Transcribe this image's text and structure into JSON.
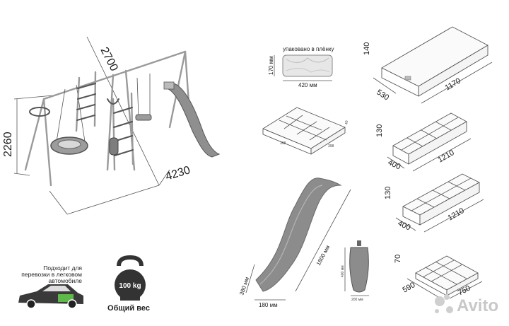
{
  "playset": {
    "width_dim": "4230",
    "depth_dim": "2700",
    "height_dim": "2260"
  },
  "packages": {
    "film_pack": {
      "label": "упаковано в плёнку",
      "height": "170 мм",
      "width": "420 мм"
    },
    "big_box": {
      "height": "140",
      "depth": "530",
      "length": "1170"
    },
    "flat_box": {
      "a": "398",
      "b": "398",
      "c": "40"
    },
    "box_two": {
      "height": "130",
      "depth": "400",
      "length": "1210"
    },
    "box_three": {
      "height": "130",
      "depth": "400",
      "length": "1210"
    },
    "box_four": {
      "height": "70",
      "depth": "590",
      "length": "750"
    }
  },
  "slide": {
    "length": "1800 мм",
    "height": "380 мм",
    "width": "180 мм"
  },
  "bag": {
    "height": "400 мм",
    "width": "200 мм"
  },
  "car_note": {
    "line1": "Подходит для",
    "line2": "перевозки в легковом",
    "line3": "автомобиле"
  },
  "weight": {
    "value": "100 kg",
    "label": "Общий вес"
  },
  "watermark": "Avito",
  "colors": {
    "frame": "#9a9a9a",
    "accent_green": "#5fb84a",
    "dark": "#555555"
  },
  "icons": [
    "kettlebell-icon",
    "car-icon",
    "avito-logo-icon"
  ]
}
